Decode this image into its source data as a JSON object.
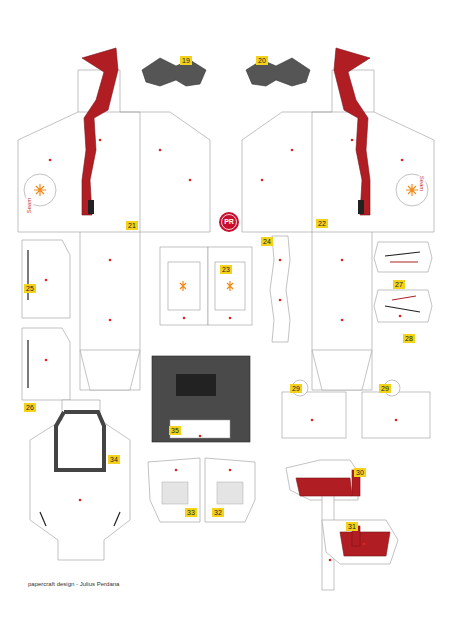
{
  "diagram": {
    "caption": "papercraft design - Julius Perdana",
    "labels": [
      "19",
      "20",
      "21",
      "22",
      "23",
      "24",
      "25",
      "26",
      "27",
      "28",
      "29",
      "29",
      "30",
      "31",
      "32",
      "33",
      "34",
      "35",
      "Seam",
      "Seam",
      "PR"
    ]
  }
}
